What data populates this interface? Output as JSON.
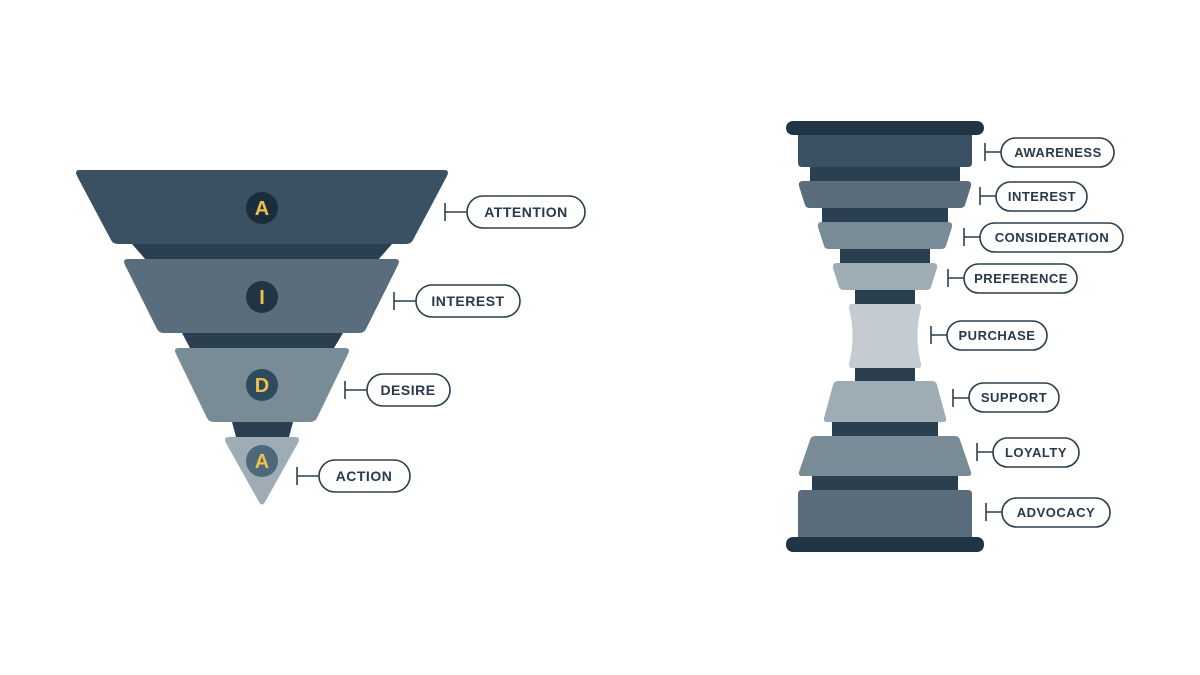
{
  "colors": {
    "darkest": "#1f3444",
    "dark": "#3a5163",
    "mid": "#5a6d7c",
    "midlight": "#7a8b98",
    "light": "#9eacb6",
    "lightest": "#c4ccd2",
    "accent_yellow": "#efc14a",
    "pill_stroke": "#2b3f4e",
    "label_text": "#27394a"
  },
  "aida_funnel": {
    "stages": [
      {
        "letter": "A",
        "label": "ATTENTION"
      },
      {
        "letter": "I",
        "label": "INTEREST"
      },
      {
        "letter": "D",
        "label": "DESIRE"
      },
      {
        "letter": "A",
        "label": "ACTION"
      }
    ]
  },
  "hourglass": {
    "stages": [
      {
        "label": "AWARENESS"
      },
      {
        "label": "INTEREST"
      },
      {
        "label": "CONSIDERATION"
      },
      {
        "label": "PREFERENCE"
      },
      {
        "label": "PURCHASE"
      },
      {
        "label": "SUPPORT"
      },
      {
        "label": "LOYALTY"
      },
      {
        "label": "ADVOCACY"
      }
    ]
  }
}
